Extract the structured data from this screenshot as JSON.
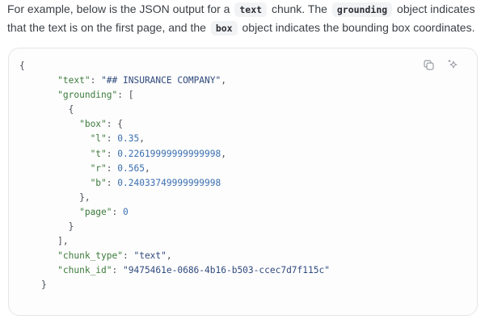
{
  "intro": {
    "line1_before": "For example, below is the JSON output for a ",
    "code_text": "text",
    "line1_middle": " chunk. The ",
    "code_grounding": "grounding",
    "line1_after": " object indicates",
    "line2_before": "that the text is on the first page, and the ",
    "code_box": "box",
    "line2_after": " object indicates the bounding box coordinates."
  },
  "code_block": {
    "toolbar": {
      "copy_icon": "copy-icon",
      "ai_icon": "sparkle-icon"
    },
    "lines": {
      "open": "{",
      "text_key": "\"text\"",
      "text_value": "\"## INSURANCE COMPANY\"",
      "grounding_key": "\"grounding\"",
      "grounding_open": "[",
      "obj_open": "{",
      "box_key": "\"box\"",
      "box_open": "{",
      "l_key": "\"l\"",
      "l_value": "0.35",
      "t_key": "\"t\"",
      "t_value": "0.22619999999999998",
      "r_key": "\"r\"",
      "r_value": "0.565",
      "b_key": "\"b\"",
      "b_value": "0.24033749999999998",
      "box_close": "},",
      "page_key": "\"page\"",
      "page_value": "0",
      "obj_close": "}",
      "grounding_close": "],",
      "chunk_type_key": "\"chunk_type\"",
      "chunk_type_value": "\"text\"",
      "chunk_id_key": "\"chunk_id\"",
      "chunk_id_value": "\"9475461e-0686-4b16-b503-ccec7d7f115c\"",
      "close": "}"
    }
  },
  "colors": {
    "key": "#3b7a3b",
    "string": "#2f4a7c",
    "number": "#3a6fb0",
    "punct": "#4a4f57",
    "border": "#e4e5e7"
  }
}
